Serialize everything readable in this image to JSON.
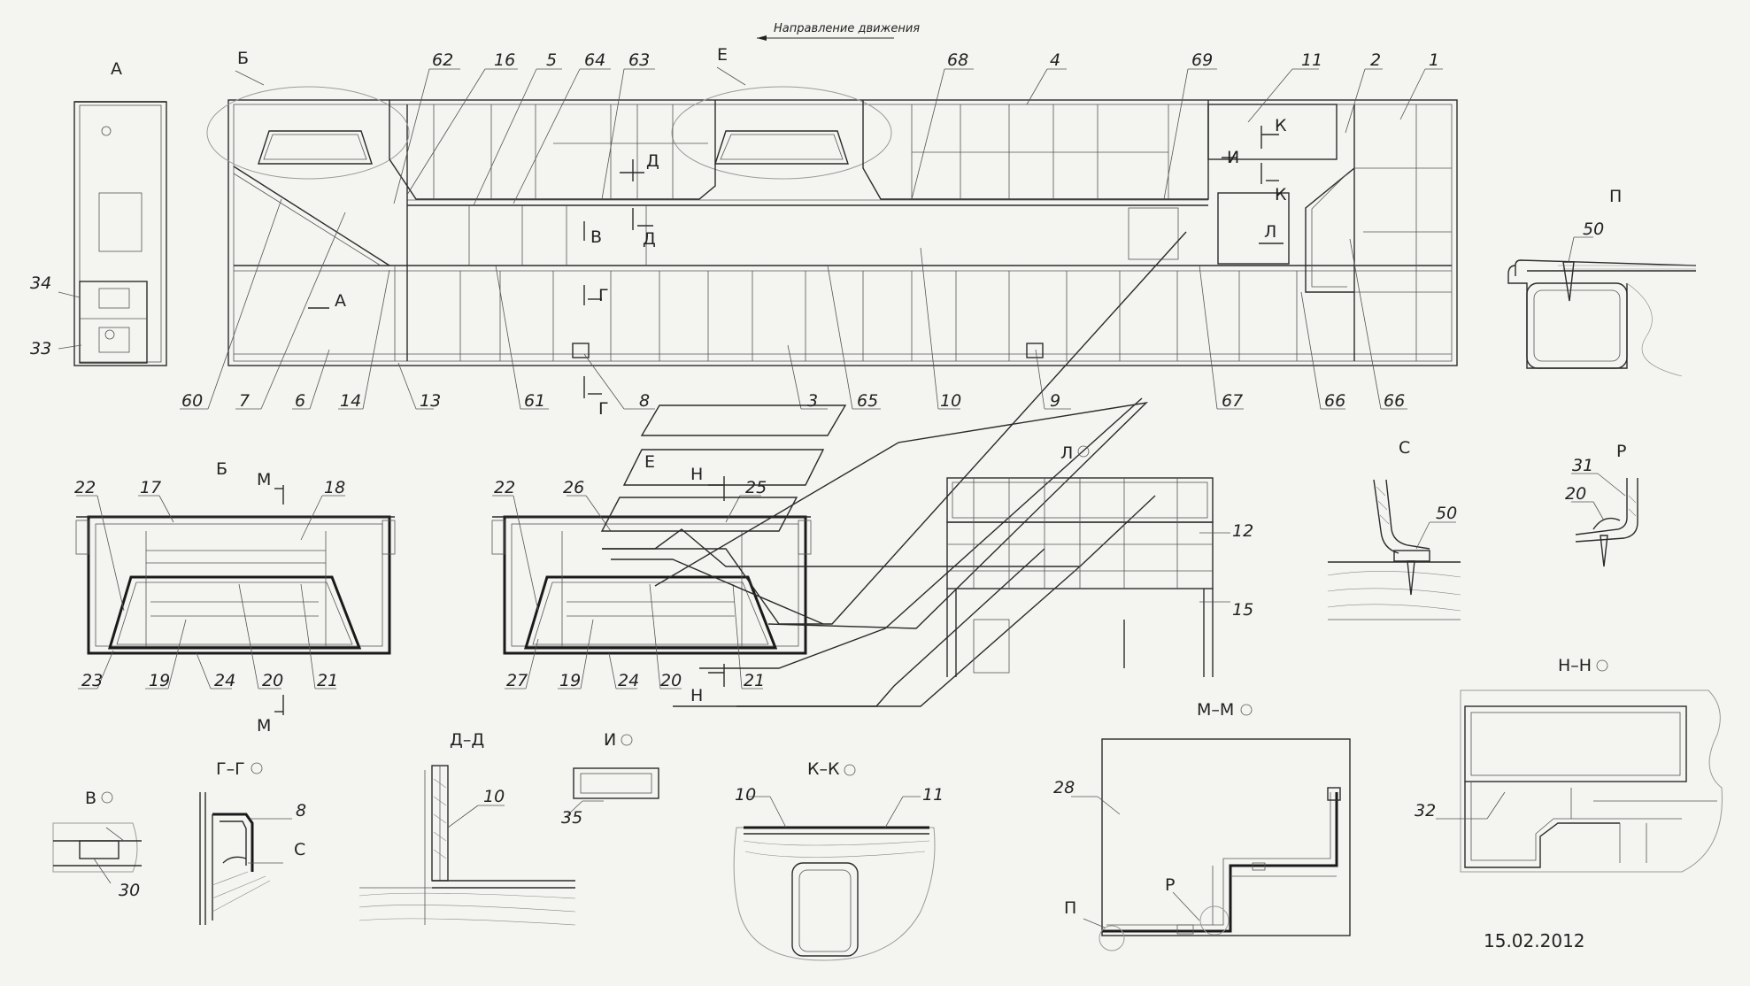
{
  "direction_label": "Направление движения",
  "date": "15.02.2012",
  "views": {
    "A": "А",
    "B_top": "Б",
    "E_top": "Е",
    "P": "П",
    "B_detail": "Б",
    "L": "Л",
    "S": "С",
    "R": "Р",
    "N_N": "Н–Н",
    "M_M": "М–М",
    "V": "В",
    "G_G": "Г–Г",
    "D_D": "Д–Д",
    "I": "И",
    "K_K": "К–К"
  },
  "section_marks": {
    "D1": "Д",
    "D2": "Д",
    "V": "В",
    "G1": "Г",
    "G2": "Г",
    "A_arrow": "А",
    "K1": "К",
    "K2": "К",
    "I": "И",
    "L": "Л",
    "M1": "М",
    "M2": "М",
    "N1": "Н",
    "N2": "Н",
    "E_pane": "Е",
    "P_small": "П",
    "R_small": "Р"
  },
  "callouts": {
    "top": [
      "62",
      "16",
      "5",
      "64",
      "63",
      "68",
      "4",
      "69",
      "11",
      "2",
      "1"
    ],
    "bottom": [
      "60",
      "7",
      "6",
      "14",
      "13",
      "61",
      "8",
      "3",
      "65",
      "10",
      "9",
      "67",
      "66",
      "66"
    ],
    "left": [
      "34",
      "33"
    ],
    "p_view": [
      "50"
    ],
    "b_detail": [
      "22",
      "17",
      "18",
      "23",
      "19",
      "24",
      "20",
      "21"
    ],
    "e_detail": [
      "22",
      "26",
      "25",
      "27",
      "19",
      "24",
      "20",
      "21"
    ],
    "l_view": [
      "12",
      "15"
    ],
    "s_view": [
      "50"
    ],
    "r_view": [
      "31",
      "20"
    ],
    "v_view": [
      "30"
    ],
    "gg_view": [
      "8",
      "С"
    ],
    "dd_view": [
      "10"
    ],
    "i_view": [
      "35"
    ],
    "kk_view": [
      "10",
      "11"
    ],
    "mm_view": [
      "28"
    ],
    "nn_view": [
      "32"
    ]
  }
}
